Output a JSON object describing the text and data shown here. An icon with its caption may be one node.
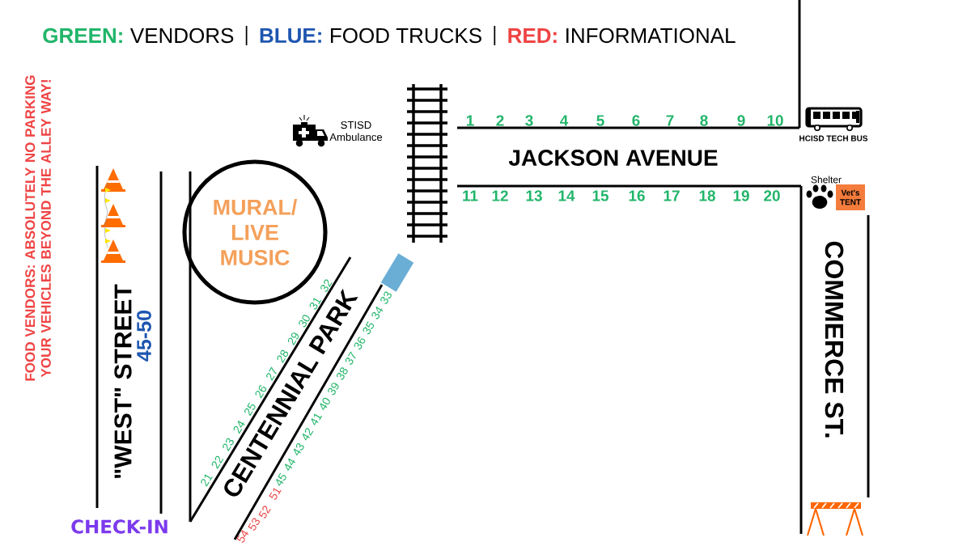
{
  "diagram": {
    "nodes": [
      {
        "text": [
          "MURAL/ LIVE MUSIC"
        ]
      },
      {
        "text": [
          "Vet's TENT"
        ]
      },
      {
        "text": [],
        "shape": "box"
      }
    ],
    "legend": [
      {
        "text": "GREEN:",
        "color": "#22b56a"
      },
      {
        "text": "BLUE:",
        "color": "#1e56b0"
      },
      {
        "text": "RED:",
        "color": "#ef4444"
      }
    ],
    "labels": [
      "VENDORS",
      "FOOD TRUCKS",
      "INFORMATIONAL",
      "STISD Ambulance",
      "1",
      "2",
      "3",
      "4",
      "5",
      "6",
      "7",
      "8",
      "9",
      "10",
      "HCISD TECH BUS",
      "JACKSON AVENUE",
      "Shelter",
      "11",
      "12",
      "13",
      "14",
      "15",
      "16",
      "17",
      "18",
      "19",
      "20",
      "FOOD VENDORS: ABSOLUTELY NO PARKING YOUR VEHICLES BEYOND THE ALLEY WAY!",
      "\"WEST\" STREET",
      "45-50",
      "21",
      "22",
      "23",
      "24",
      "25",
      "26",
      "27",
      "28",
      "29",
      "30",
      "31",
      "32",
      "33",
      "34",
      "35",
      "36",
      "37",
      "38",
      "39",
      "40",
      "41",
      "42",
      "43",
      "44",
      "45",
      "51",
      "52",
      "53",
      "54",
      "CENTENNIAL PARK",
      "COMMERCE ST.",
      "CHECK-IN"
    ]
  }
}
